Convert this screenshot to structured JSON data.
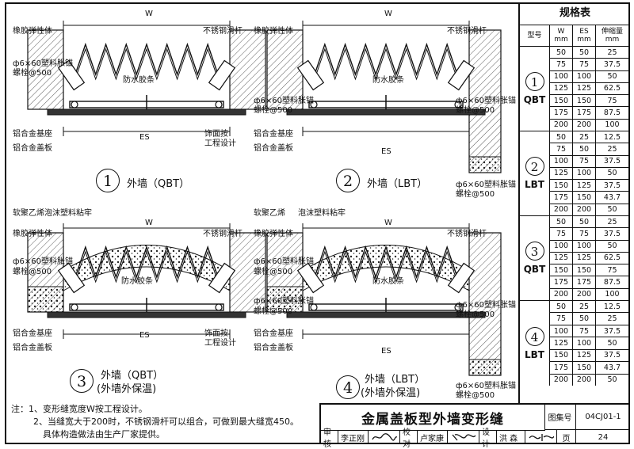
{
  "labels": {
    "w": "W",
    "es": "ES",
    "rubber": "橡胶弹性体",
    "rod": "不锈钢滑杆",
    "anchor": "ф6×60塑料胀锚",
    "bolt": "螺栓@500",
    "strip": "防水胶条",
    "base": "铝合金基座",
    "plate": "铝合金盖板",
    "finish1": "饰面按",
    "finish2": "工程设计",
    "foam": "软聚乙烯泡沫塑料粘牢",
    "foam_a": "软聚乙烯",
    "foam_b": "泡沫塑料粘牢"
  },
  "captions": {
    "d1": {
      "num": "1",
      "text": "外墙（QBT）"
    },
    "d2": {
      "num": "2",
      "text": "外墙（LBT）"
    },
    "d3": {
      "num": "3",
      "line1": "外墙（QBT）",
      "line2": "(外墙外保温)"
    },
    "d4": {
      "num": "4",
      "line1": "外墙（LBT）",
      "line2": "(外墙外保温)"
    }
  },
  "spec": {
    "title": "规格表",
    "headers": {
      "type": "型号",
      "w": "W",
      "es": "ES",
      "shrink": "伸缩量",
      "unit": "mm"
    },
    "groups": [
      {
        "num": "1",
        "name": "QBT",
        "rows": [
          [
            "50",
            "50",
            "25"
          ],
          [
            "75",
            "75",
            "37.5"
          ],
          [
            "100",
            "100",
            "50"
          ],
          [
            "125",
            "125",
            "62.5"
          ],
          [
            "150",
            "150",
            "75"
          ],
          [
            "175",
            "175",
            "87.5"
          ],
          [
            "200",
            "200",
            "100"
          ]
        ]
      },
      {
        "num": "2",
        "name": "LBT",
        "rows": [
          [
            "50",
            "25",
            "12.5"
          ],
          [
            "75",
            "50",
            "25"
          ],
          [
            "100",
            "75",
            "37.5"
          ],
          [
            "125",
            "100",
            "50"
          ],
          [
            "150",
            "125",
            "37.5"
          ],
          [
            "175",
            "150",
            "43.7"
          ],
          [
            "200",
            "200",
            "50"
          ]
        ]
      },
      {
        "num": "3",
        "name": "QBT",
        "rows": [
          [
            "50",
            "50",
            "25"
          ],
          [
            "75",
            "75",
            "37.5"
          ],
          [
            "100",
            "100",
            "50"
          ],
          [
            "125",
            "125",
            "62.5"
          ],
          [
            "150",
            "150",
            "75"
          ],
          [
            "175",
            "175",
            "87.5"
          ],
          [
            "200",
            "200",
            "100"
          ]
        ]
      },
      {
        "num": "4",
        "name": "LBT",
        "rows": [
          [
            "50",
            "25",
            "12.5"
          ],
          [
            "75",
            "50",
            "25"
          ],
          [
            "100",
            "75",
            "37.5"
          ],
          [
            "125",
            "100",
            "50"
          ],
          [
            "150",
            "125",
            "37.5"
          ],
          [
            "175",
            "150",
            "43.7"
          ],
          [
            "200",
            "200",
            "50"
          ]
        ]
      }
    ]
  },
  "notes": {
    "line1": "注：1、变形缝宽度W按工程设计。",
    "line2": "2、当缝宽大于200时，不锈钢滑杆可以组合，可做到最大缝宽450。",
    "line3": "具体构造做法由生产厂家提供。"
  },
  "titleblock": {
    "title": "金属盖板型外墙变形缝",
    "atlas_label": "图集号",
    "atlas_no": "04CJ01-1",
    "review_label": "审核",
    "review_name": "李正刚",
    "check_label": "校对",
    "check_name": "卢家康",
    "design_label": "设计",
    "design_name": "洪  森",
    "page_label": "页",
    "page_no": "24"
  }
}
